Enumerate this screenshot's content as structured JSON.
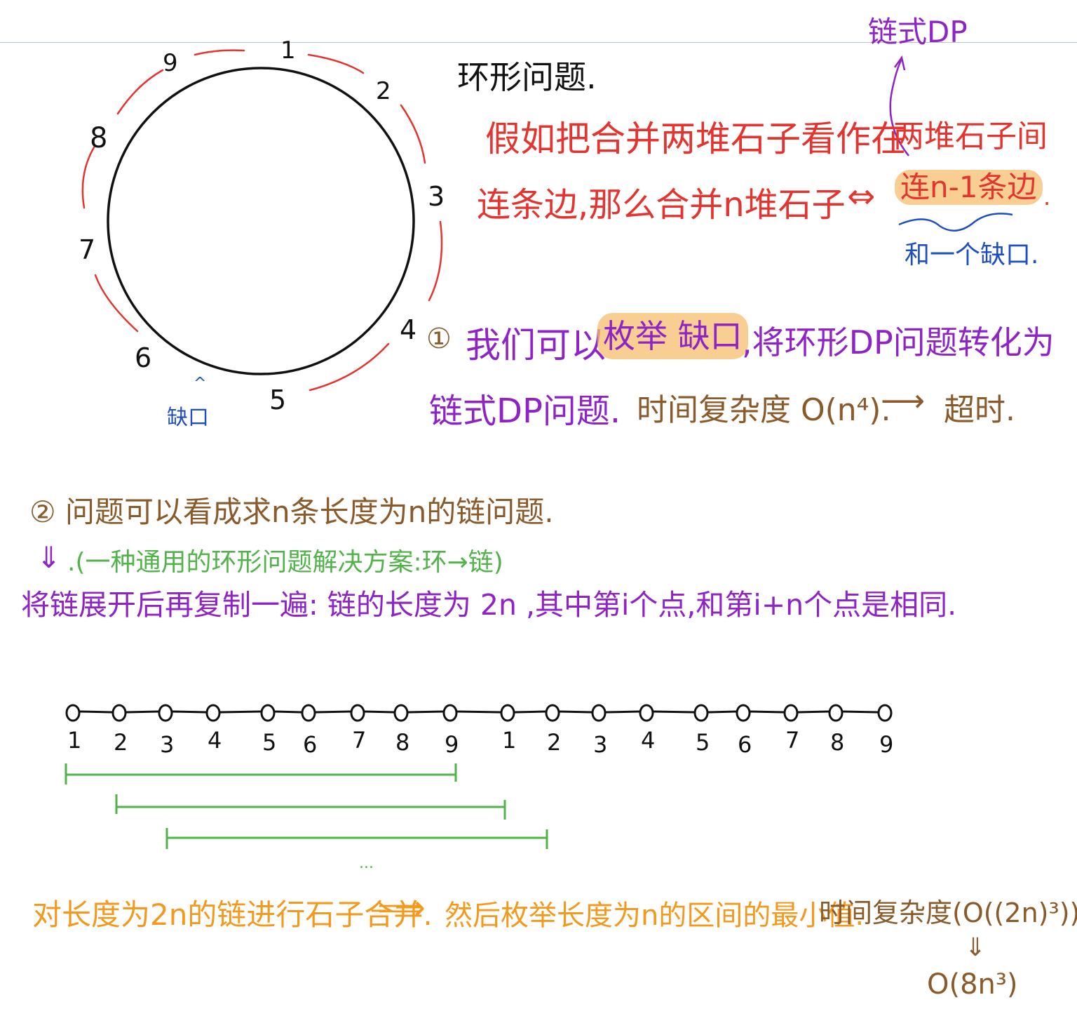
{
  "colors": {
    "black": "#111111",
    "red": "#e3342f",
    "purple": "#8e24c6",
    "brown": "#8a5a2b",
    "green": "#52b34a",
    "orange": "#f39a1e",
    "blue": "#1f4fbf",
    "highlight": "#f6be6e"
  },
  "circle": {
    "labels": [
      "1",
      "2",
      "3",
      "4",
      "5",
      "6",
      "7",
      "8",
      "9"
    ],
    "gap_label": "缺口",
    "gap_arrow": "^"
  },
  "title": "环形问题.",
  "top_right_note": "链式DP",
  "line1": {
    "a": "假如把合并两堆石子看作在",
    "b": "两堆石子间"
  },
  "line2": {
    "a": "连条边,那么合并n堆石子",
    "arrow": "⇔",
    "hl": "连n-1条边",
    "dot": "."
  },
  "line3": "和一个缺口.",
  "step1": {
    "num": "①",
    "a": "我们可以",
    "hl": "枚举 缺口",
    "b": ",将环形DP问题转化为",
    "c": "链式DP问题.",
    "complexity": "时间复杂度 O(n⁴).",
    "arrow": "⟶",
    "result": "超时."
  },
  "step2": {
    "text": "② 问题可以看成求n条长度为n的链问题.",
    "down_arrow": "⇓",
    "note": ".(一种通用的环形问题解决方案:环→链)",
    "expand": "将链展开后再复制一遍: 链的长度为 2n ,其中第i个点,和第i+n个点是相同."
  },
  "chain": {
    "node": "o",
    "labels": [
      "1",
      "2",
      "3",
      "4",
      "5",
      "6",
      "7",
      "8",
      "9",
      "1",
      "2",
      "3",
      "4",
      "5",
      "6",
      "7",
      "8",
      "9"
    ],
    "ellipsis": "..."
  },
  "bottom": {
    "a": "对长度为2n的链进行石子合并.",
    "arrow": "⟹",
    "b": "然后枚举长度为n的区间的最小值.",
    "complexity": "时间复杂度(O((2n)³))",
    "down_arrow": "⇓",
    "final": "O(8n³)"
  }
}
